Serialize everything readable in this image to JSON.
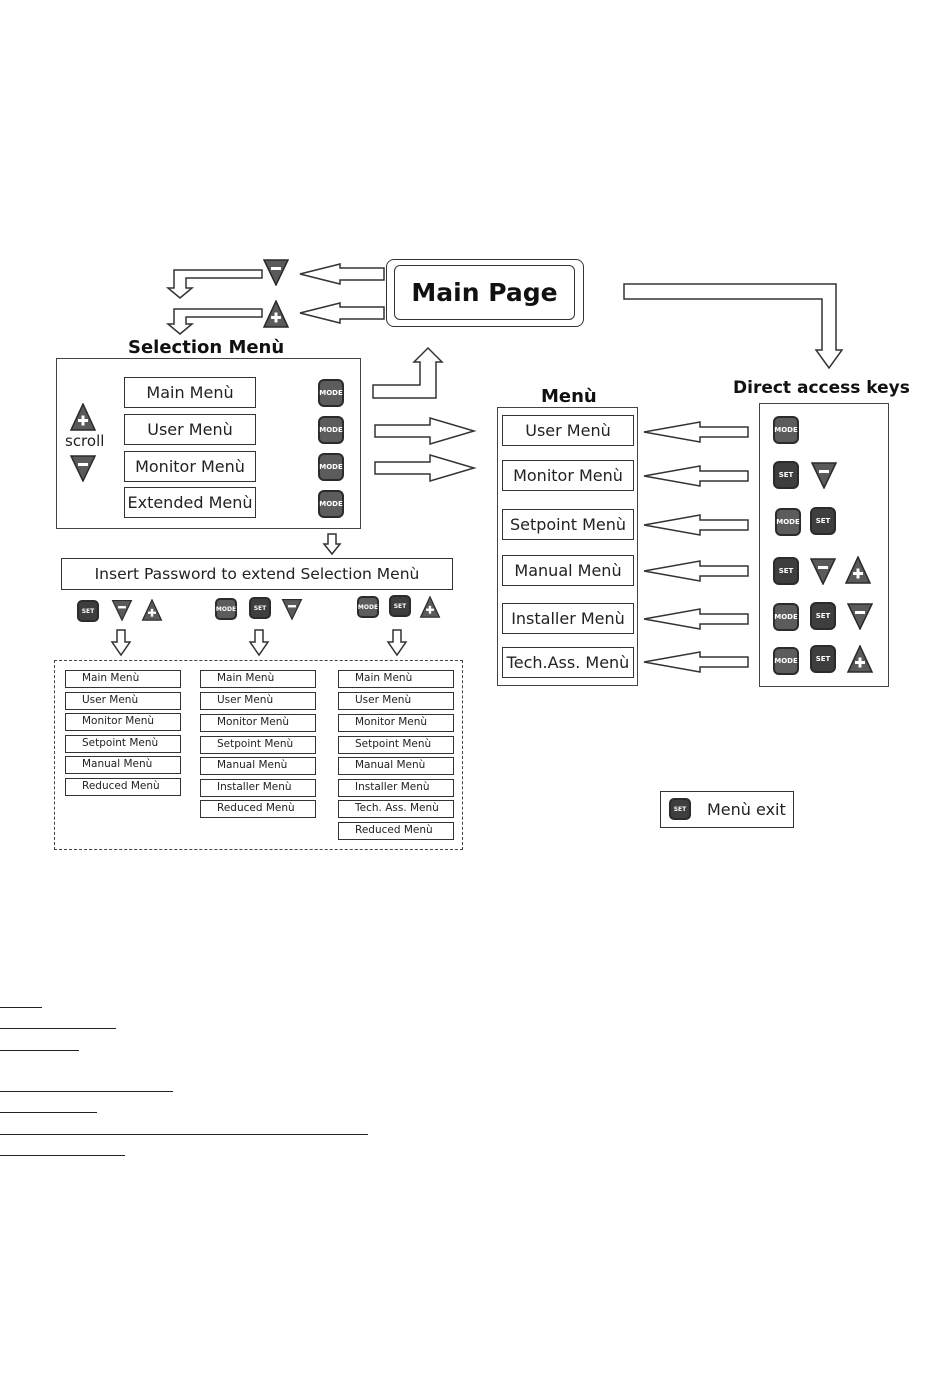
{
  "main_page": {
    "title": "Main Page"
  },
  "selection": {
    "title": "Selection Menù",
    "scroll_label": "scroll",
    "items": [
      "Main Menù",
      "User Menù",
      "Monitor Menù",
      "Extended Menù"
    ],
    "mode_label": "MODE"
  },
  "password": {
    "text": "Insert Password to extend Selection Menù"
  },
  "keys": {
    "mode": "MODE",
    "set": "SET",
    "plus": "+",
    "minus": "−"
  },
  "extended_lists": [
    [
      "Main Menù",
      "User Menù",
      "Monitor Menù",
      "Setpoint Menù",
      "Manual Menù",
      "Reduced Menù"
    ],
    [
      "Main Menù",
      "User Menù",
      "Monitor Menù",
      "Setpoint Menù",
      "Manual Menù",
      "Installer Menù",
      "Reduced Menù"
    ],
    [
      "Main Menù",
      "User Menù",
      "Monitor Menù",
      "Setpoint Menù",
      "Manual Menù",
      "Installer Menù",
      "Tech. Ass. Menù",
      "Reduced Menù"
    ]
  ],
  "menu": {
    "title": "Menù",
    "items": [
      "User Menù",
      "Monitor Menù",
      "Setpoint Menù",
      "Manual Menù",
      "Installer Menù",
      "Tech.Ass. Menù"
    ]
  },
  "direct_access": {
    "title": "Direct access keys"
  },
  "exit": {
    "label": "Menù exit",
    "key": "SET"
  }
}
